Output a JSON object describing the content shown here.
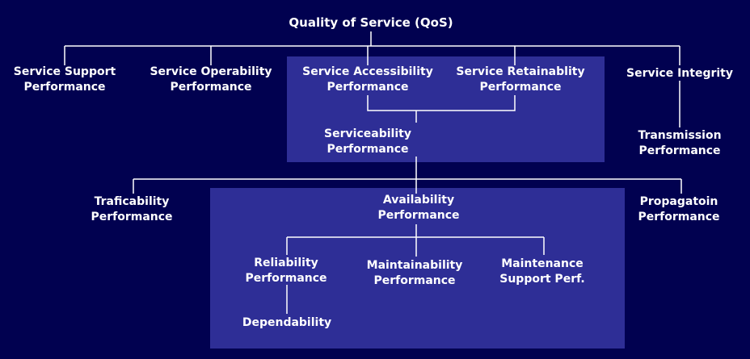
{
  "colors": {
    "background": "#010150",
    "panel": "#2E2E96",
    "line": "#FFFFFF",
    "text": "#FFFFFF"
  },
  "root": "Quality of Service (QoS)",
  "nodes": {
    "service_support": [
      "Service Support",
      "Performance"
    ],
    "service_operability": [
      "Service Operability",
      "Performance"
    ],
    "service_accessibility": [
      "Service Accessibility",
      "Performance"
    ],
    "service_retainability": [
      "Service Retainablity",
      "Performance"
    ],
    "service_integrity": [
      "Service Integrity"
    ],
    "serviceability": [
      "Serviceability",
      "Performance"
    ],
    "transmission": [
      "Transmission",
      "Performance"
    ],
    "traficability": [
      "Traficability",
      "Performance"
    ],
    "availability": [
      "Availability",
      "Performance"
    ],
    "propagation": [
      "Propagatoin",
      "Performance"
    ],
    "reliability": [
      "Reliability",
      "Performance"
    ],
    "maintainability": [
      "Maintainability",
      "Performance"
    ],
    "maintenance_support": [
      "Maintenance",
      "Support Perf."
    ],
    "dependability": [
      "Dependability"
    ]
  }
}
